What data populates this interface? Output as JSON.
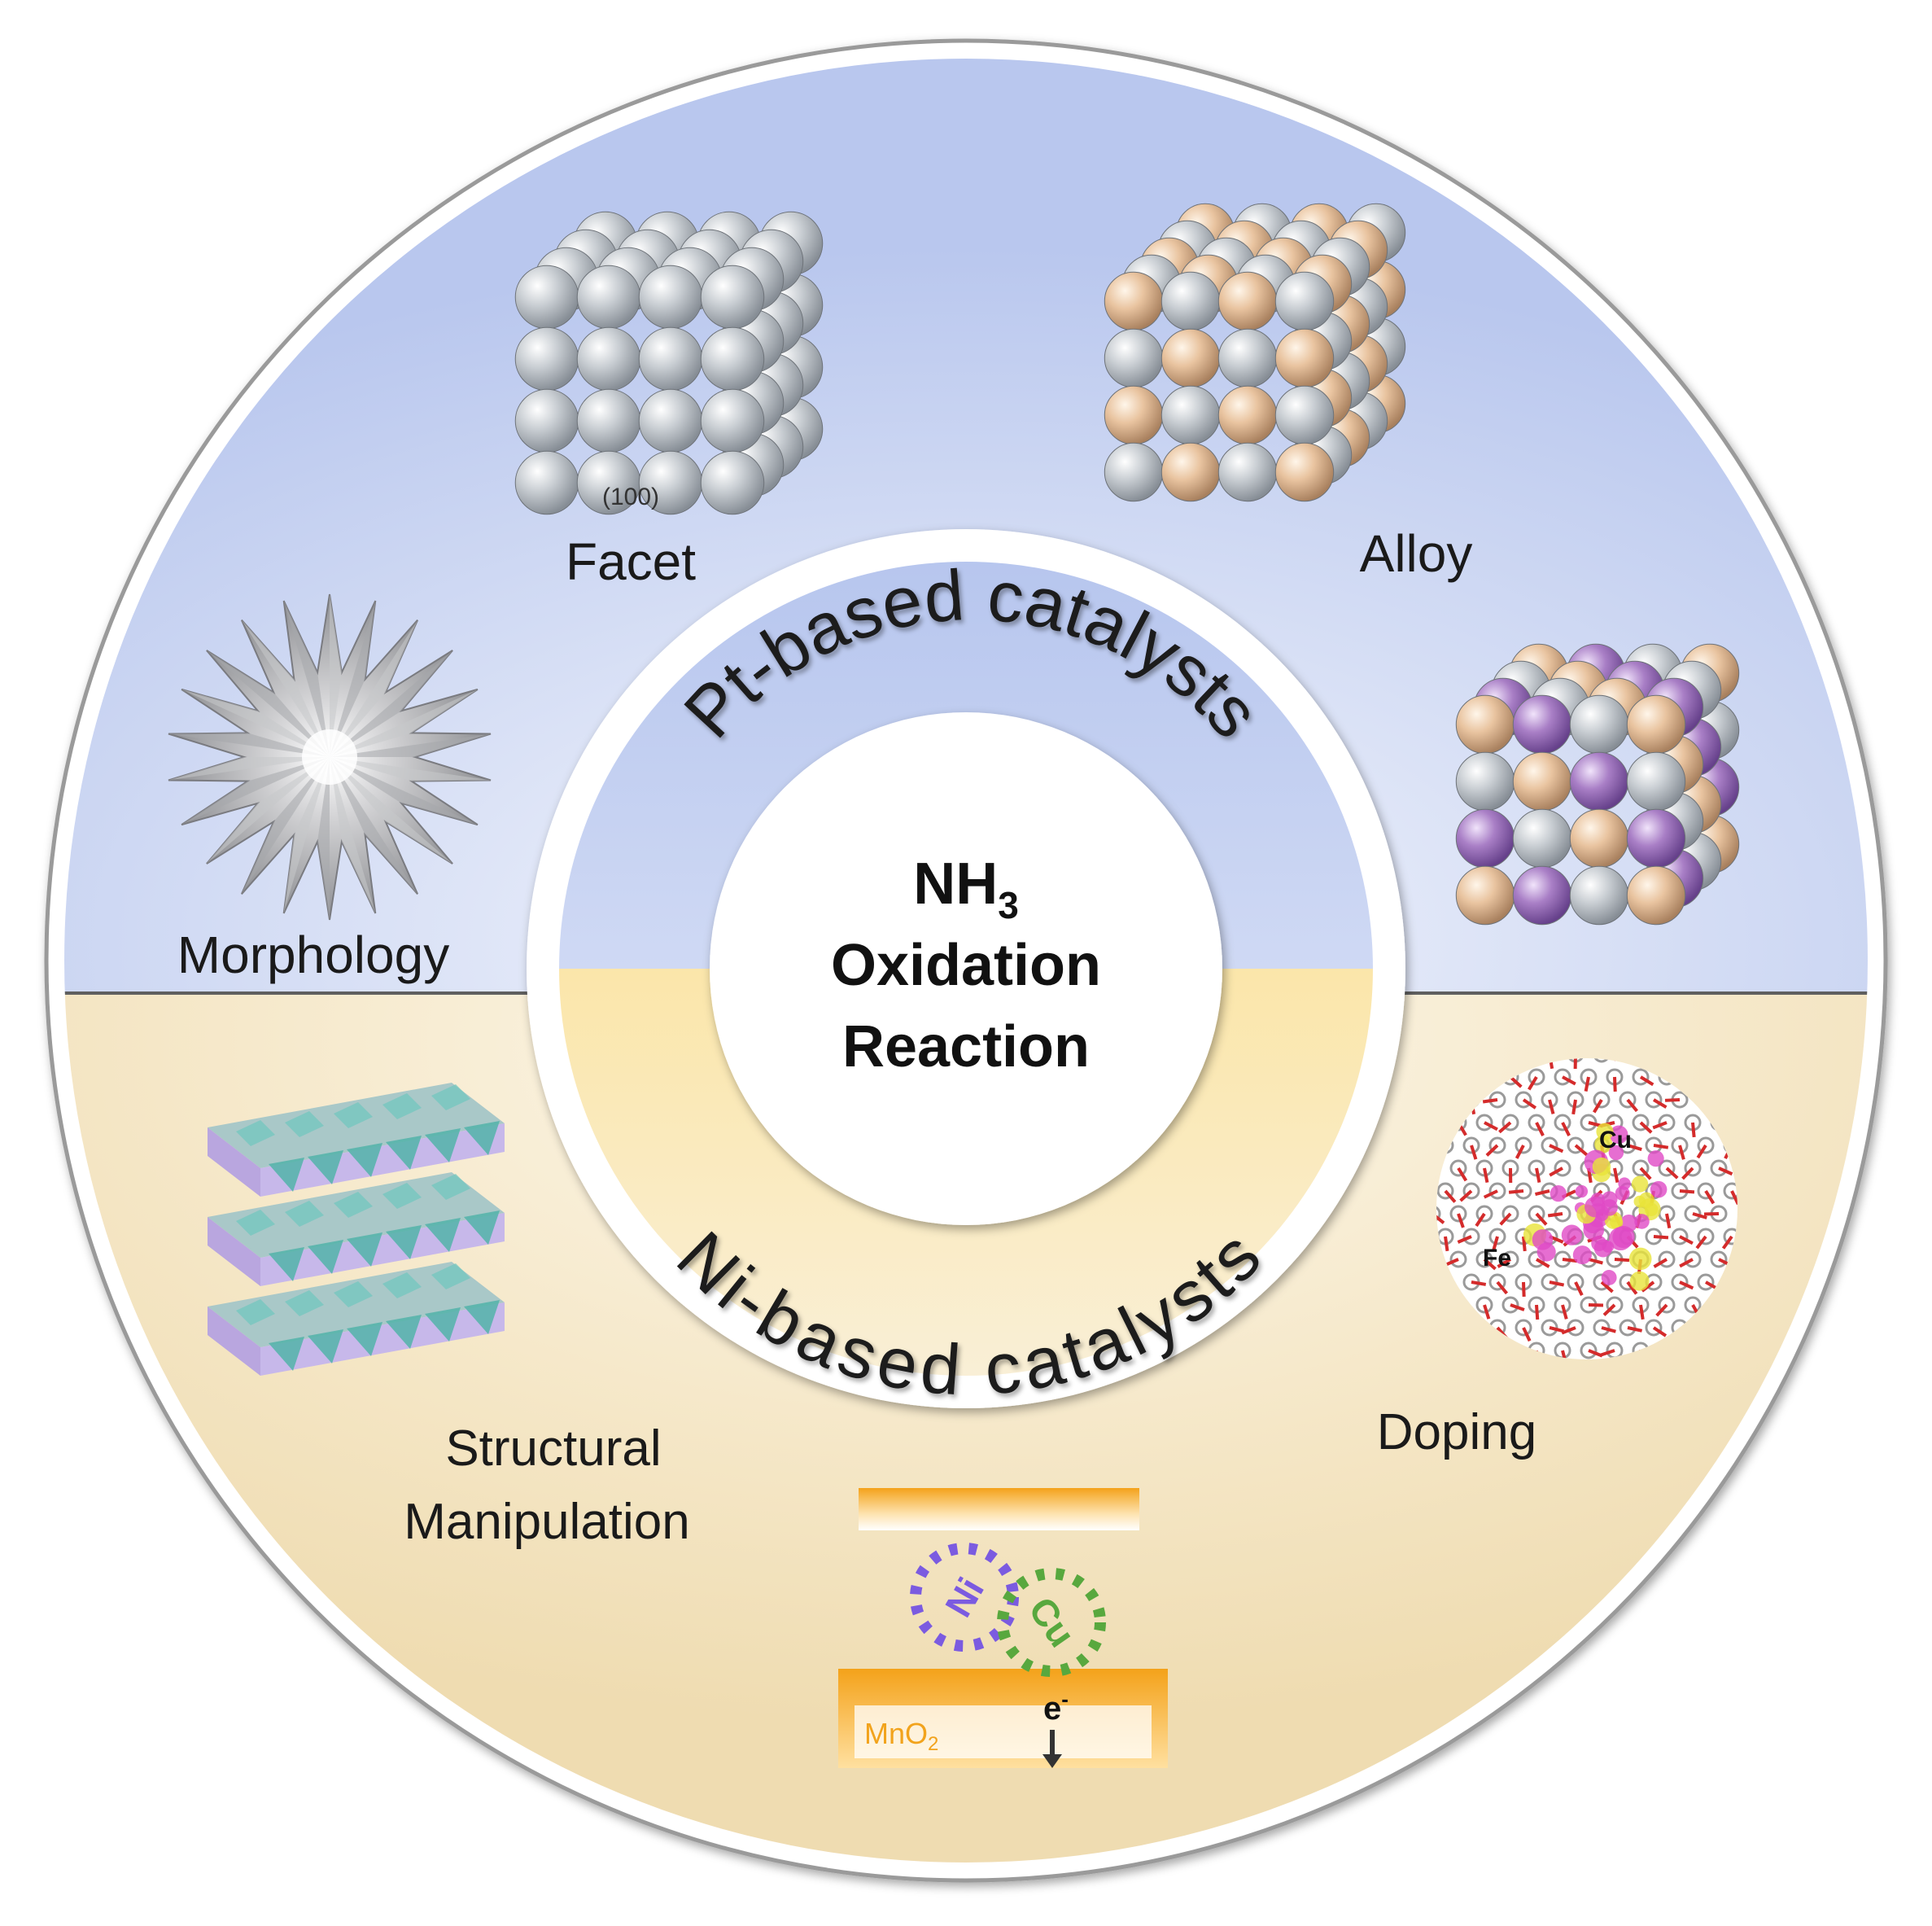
{
  "center": {
    "line1_main": "NH",
    "line1_sub": "3",
    "line2": "Oxidation",
    "line3": "Reaction"
  },
  "middle_ring": {
    "top_label": "Pt-based catalysts",
    "bottom_label": "Ni-based catalysts"
  },
  "strategies": {
    "facet_label": "Facet",
    "facet_miller": "(100)",
    "alloy_label": "Alloy",
    "morphology_label": "Morphology",
    "structural_line1": "Structural",
    "structural_line2": "Manipulation",
    "doping_label": "Doping"
  },
  "doping_atoms": {
    "cu": "Cu",
    "fe": "Fe"
  },
  "interface_diagram": {
    "ni": "Ni",
    "cu": "Cu",
    "substrate": "MnO",
    "substrate_sub": "2",
    "electron": "e",
    "electron_sup": "-"
  },
  "colors": {
    "top_half": "#c3cff0",
    "bottom_half": "#f3e2bd",
    "atom_gray": "#c2c7cc",
    "atom_peach": "#e8c39f",
    "atom_purple": "#a77ec4",
    "accent_orange": "#f2a31c"
  }
}
